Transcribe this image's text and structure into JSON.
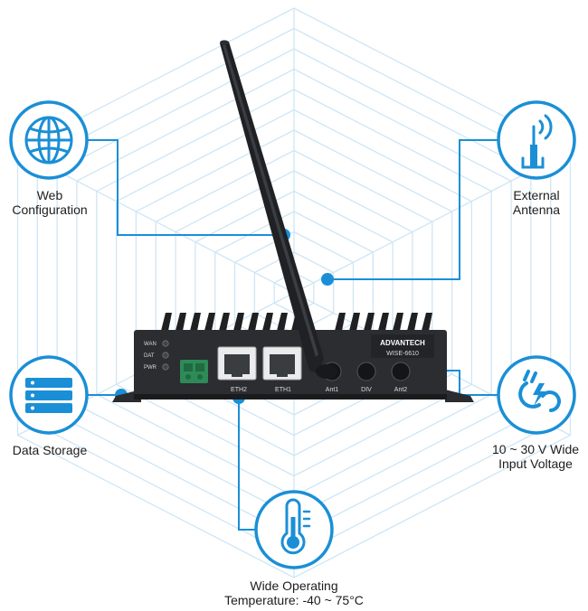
{
  "colors": {
    "accent": "#1a8fd6",
    "hex_lines": "#cfe6f5",
    "device_body": "#2b2d30",
    "heatsink": "#1e2022",
    "antenna": "#1f2124",
    "terminal": "#2e8b57"
  },
  "device": {
    "brand": "ADVANTECH",
    "model": "WISE-6610",
    "leds": [
      "WAN",
      "DAT",
      "PWR"
    ],
    "ports": [
      "ETH2",
      "ETH1",
      "Ant1",
      "DIV",
      "Ant2"
    ]
  },
  "features": [
    {
      "id": "web",
      "icon": "globe-icon",
      "lines": [
        "Web",
        "Configuration"
      ]
    },
    {
      "id": "antenna",
      "icon": "antenna-icon",
      "lines": [
        "External",
        "Antenna"
      ]
    },
    {
      "id": "storage",
      "icon": "server-icon",
      "lines": [
        "Data Storage"
      ]
    },
    {
      "id": "power",
      "icon": "power-plug-icon",
      "lines": [
        "10 ~ 30 V Wide",
        "Input Voltage"
      ]
    },
    {
      "id": "temp",
      "icon": "thermometer-icon",
      "lines": [
        "Wide Operating",
        "Temperature: -40 ~ 75°C"
      ]
    }
  ]
}
